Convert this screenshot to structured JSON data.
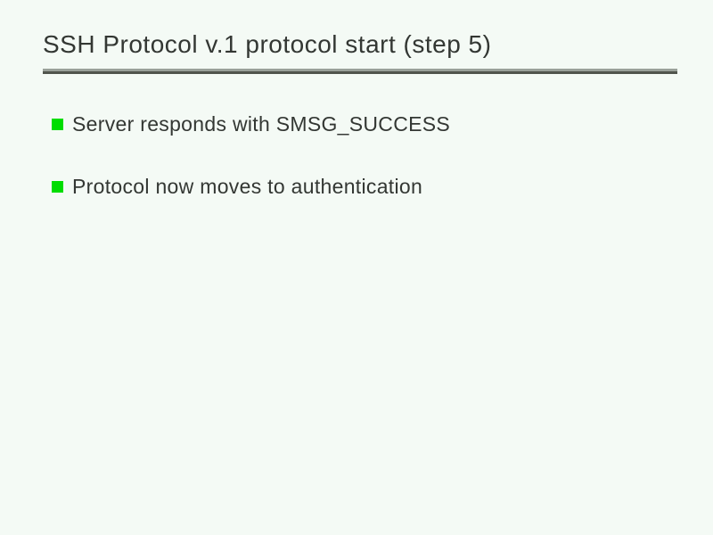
{
  "slide": {
    "title": "SSH Protocol v.1 protocol start (step 5)",
    "bullets": [
      {
        "label": "Server responds with SMSG_SUCCESS"
      },
      {
        "label": "Protocol now moves to authentication"
      }
    ],
    "colors": {
      "background": "#f4faf5",
      "text": "#333733",
      "bullet_green": "#00dd00",
      "rule_top_gray": "#9aa19a",
      "rule_bottom_gray": "#50544c"
    }
  }
}
